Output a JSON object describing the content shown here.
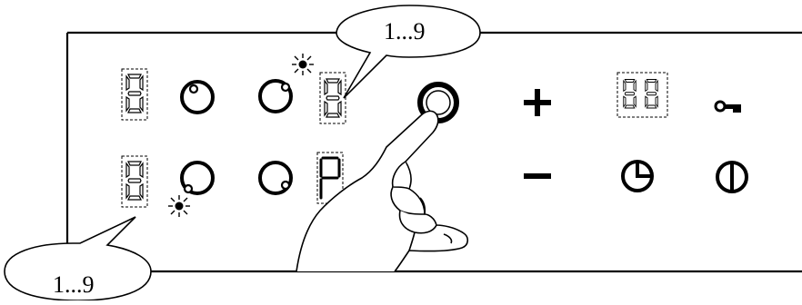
{
  "callouts": {
    "top": {
      "text": "1...9"
    },
    "bottom": {
      "text": "1...9"
    }
  },
  "panel": {
    "zone_displays": [
      {
        "id": "top-left",
        "glyph": "8"
      },
      {
        "id": "top-right",
        "glyph": "8"
      },
      {
        "id": "bottom-left",
        "glyph": "8"
      },
      {
        "id": "bottom-right",
        "glyph": "P"
      }
    ],
    "timer_display": {
      "glyph": "88"
    },
    "controls": [
      "power-button",
      "plus-button",
      "minus-button",
      "timer-button",
      "lock-button",
      "on-off-button"
    ]
  }
}
